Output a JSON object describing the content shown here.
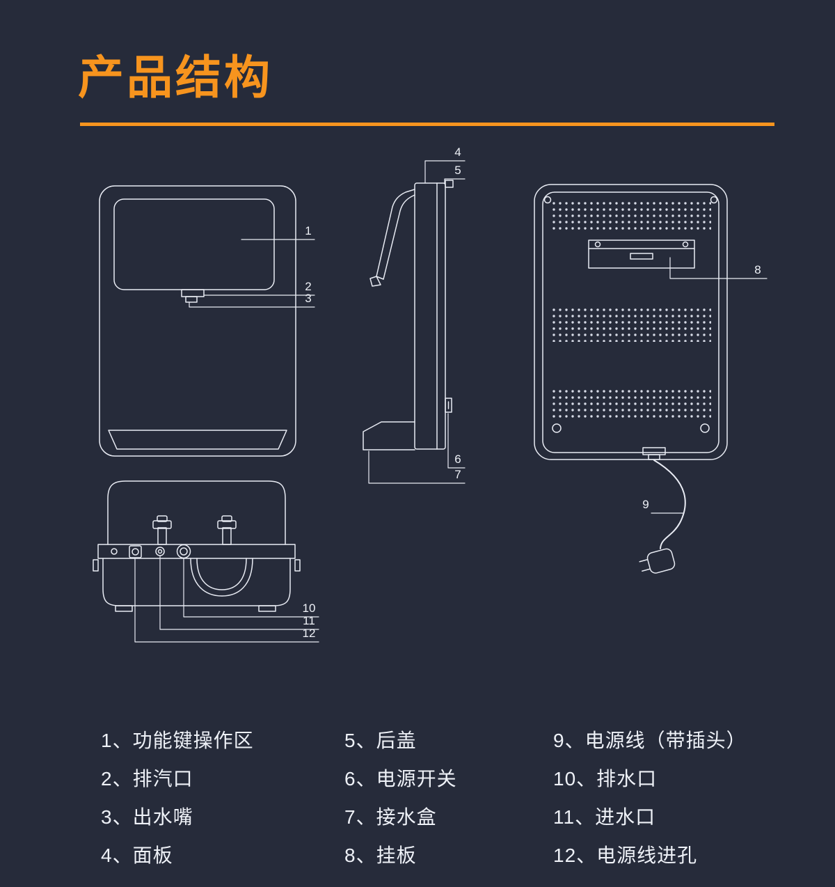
{
  "page": {
    "title": "产品结构",
    "colors": {
      "background": "#262B3A",
      "accent": "#F7941E",
      "line": "#E9ECF4",
      "text": "#EEF1F7"
    }
  },
  "callouts": [
    "1",
    "2",
    "3",
    "4",
    "5",
    "6",
    "7",
    "8",
    "9",
    "10",
    "11",
    "12"
  ],
  "legend": {
    "col1": [
      "1、功能键操作区",
      "2、排汽口",
      "3、出水嘴",
      "4、面板"
    ],
    "col2": [
      "5、后盖",
      "6、电源开关",
      "7、接水盒",
      "8、挂板"
    ],
    "col3": [
      "9、电源线（带插头）",
      "10、排水口",
      "11、进水口",
      "12、电源线进孔"
    ]
  }
}
